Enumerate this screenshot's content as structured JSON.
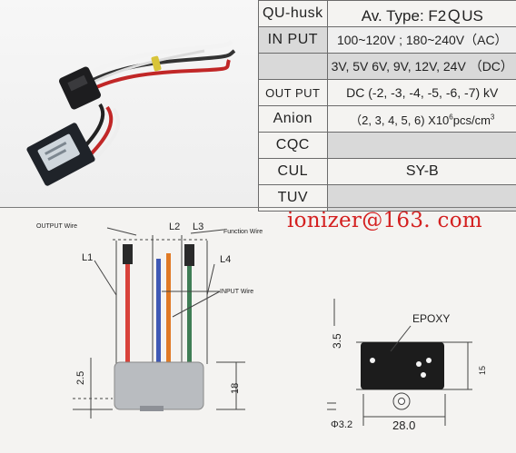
{
  "spec_table": {
    "rows": [
      {
        "label": "QU-husk",
        "value": "Av. Type: F2ＱUS"
      },
      {
        "label": "IN PUT",
        "value": "100~120V ; 180~240V（AC）"
      },
      {
        "label": "",
        "value": "3V, 5V 6V, 9V, 12V, 24V （DC）"
      },
      {
        "label": "OUT PUT",
        "value": "DC (-2, -3, -4, -5, -6, -7) kV"
      },
      {
        "label": "Anion",
        "value": "（2, 3, 4, 5, 6) X10",
        "sup": "6",
        "suffix": "pcs/cm",
        "sup2": "3"
      },
      {
        "label": "CQC",
        "value": ""
      },
      {
        "label": "CUL",
        "value": "SY-B"
      },
      {
        "label": "TUV",
        "value": ""
      }
    ]
  },
  "email": "ionizer@163. com",
  "wiring_diagram": {
    "labels": {
      "output_wire": "OUTPUT Wire",
      "function_wire": "Function Wire",
      "input_wire": "INPUT Wire",
      "l1": "L1",
      "l2": "L2",
      "l3": "L3",
      "l4": "L4",
      "dim_left": "2.5",
      "dim_right": "18"
    },
    "wire_colors": {
      "red": "#d8423a",
      "blue": "#3f59b5",
      "orange": "#e07a26",
      "green": "#3f7d55",
      "body": "#b9bcc0"
    }
  },
  "epoxy_diagram": {
    "labels": {
      "epoxy": "EPOXY",
      "dim_top": "3.5",
      "dim_side": "15",
      "dim_hole": "Φ3.2",
      "dim_width": "28.0"
    }
  },
  "colors": {
    "email": "#d42020",
    "table_border": "#6b6b6b",
    "shade": "#d9d9d9"
  }
}
